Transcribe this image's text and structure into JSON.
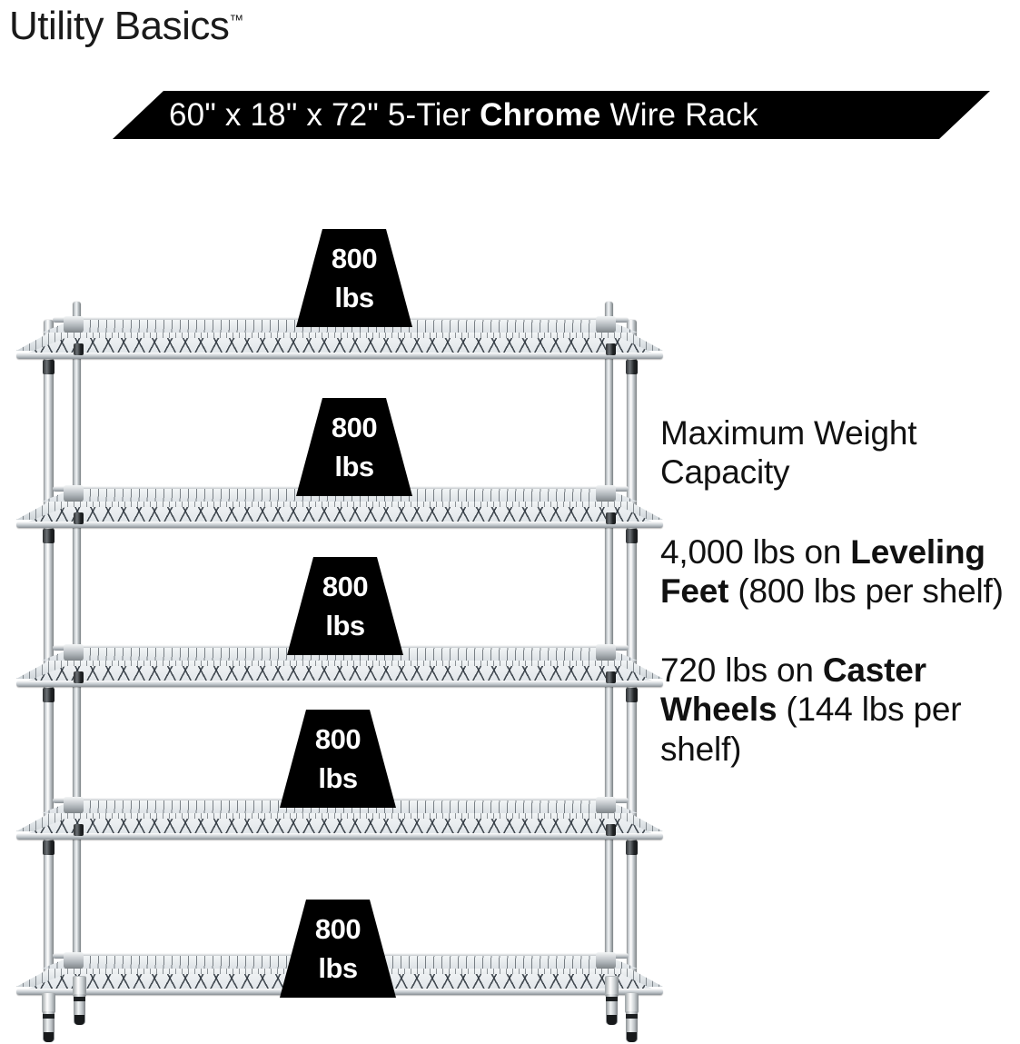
{
  "brand": {
    "name": "Utility Basics",
    "trademark": "™"
  },
  "banner": {
    "prefix": "60\" x 18\" x 72\" 5-Tier ",
    "emphasis": "Chrome",
    "suffix": " Wire Rack",
    "background": "#000000",
    "text_color": "#ffffff"
  },
  "copy": {
    "heading": "Maximum Weight Capacity",
    "paragraphs": [
      {
        "lead": "4,000 lbs on ",
        "emphasis": "Leveling Feet",
        "tail": " (800 lbs per shelf)"
      },
      {
        "lead": "720 lbs on ",
        "emphasis": "Caster Wheels",
        "tail": " (144 lbs per shelf)"
      }
    ]
  },
  "product": {
    "type": "5-tier chrome wire shelving rack",
    "tier_count": 5,
    "badge_value": "800",
    "badge_unit": "lbs",
    "badges": [
      {
        "value": "800",
        "unit": "lbs"
      },
      {
        "value": "800",
        "unit": "lbs"
      },
      {
        "value": "800",
        "unit": "lbs"
      },
      {
        "value": "800",
        "unit": "lbs"
      },
      {
        "value": "800",
        "unit": "lbs"
      }
    ]
  },
  "colors": {
    "ink": "#111111",
    "banner_fill": "#000000",
    "badge_fill": "#000000",
    "badge_text": "#ffffff",
    "chrome_light": "#f7f9fa",
    "chrome_dark": "#7d8285",
    "page_background": "#ffffff"
  }
}
